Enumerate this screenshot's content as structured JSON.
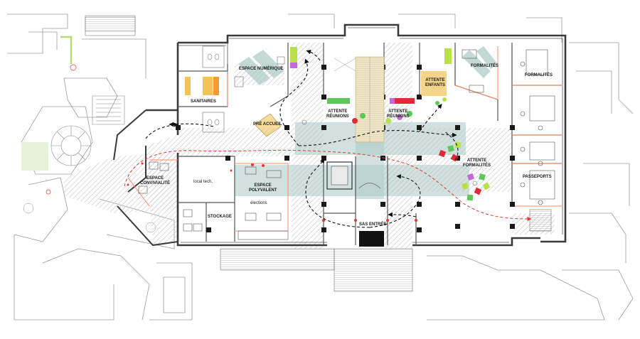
{
  "rooms": {
    "espace_numerique": "ESPACE NUMÉRIQUE",
    "sanitaires": "SANITAIRES",
    "pre_accueil": "PRÉ ACCUEIL",
    "attente_reunions_1": "ATTENTE\nRÉUNIONS",
    "attente_reunions_2": "ATTENTE\nRÉUNIONS",
    "attente_enfants": "ATTENTE\nENFANTS",
    "formalites_1": "FORMALITÉS",
    "formalites_2": "FORMALITÉS",
    "attente_formalites": "ATTENTE\nFORMALITÉS",
    "passeports": "PASSEPORTS",
    "espace_convivialite": "ESPACE\nCONVIVIALITÉ",
    "local_tech": "local tech.",
    "espace_polyvalent": "ESPACE\nPOLYVALENT",
    "elections": "élections",
    "stockage": "STOCKAGE",
    "sas_entree": "SAS ENTRÉE"
  },
  "colors": {
    "wall": "#3a3a3a",
    "thin_wall": "#7a7a7a",
    "circulation_band": "#a9c9c4",
    "hatch": "#cfcfcf",
    "red_path": "#e03a2a",
    "black_path": "#111111",
    "furniture_yellow": "#f2c35a",
    "furniture_orange": "#f59a3a",
    "seat_green": "#5cc85a",
    "seat_red": "#e02a3a",
    "seat_purple": "#c36ad8",
    "seat_lime": "#b8e04a",
    "stair": "#efe6c8",
    "glazing": "#ff8a6a",
    "bg": "#ffffff"
  },
  "icons": {
    "arrow": "arrow-head-icon",
    "toilet": "toilet-icon"
  }
}
